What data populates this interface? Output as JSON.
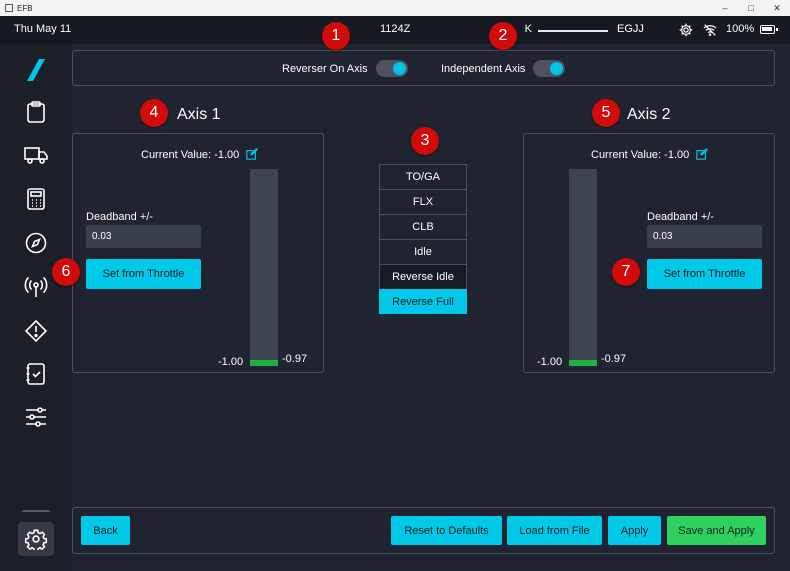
{
  "window": {
    "title": "EFB",
    "controls": [
      "minimize-icon",
      "maximize-icon",
      "close-icon"
    ]
  },
  "status_bar": {
    "date": "Thu May 11",
    "time": "1124Z",
    "from_partial": "K",
    "to": "EGJJ",
    "battery": "100%"
  },
  "toggles": {
    "reverser_label": "Reverser On Axis",
    "independent_label": "Independent Axis"
  },
  "axis1": {
    "title": "Axis 1",
    "current_value": "Current Value: -1.00",
    "deadband_label": "Deadband +/-",
    "deadband_value": "0.03",
    "set_button": "Set from Throttle",
    "min_label": "-1.00",
    "max_label": "-0.97",
    "fill_fraction": 0.03
  },
  "axis2": {
    "title": "Axis 2",
    "current_value": "Current Value: -1.00",
    "deadband_label": "Deadband +/-",
    "deadband_value": "0.03",
    "set_button": "Set from Throttle",
    "min_label": "-1.00",
    "max_label": "-0.97",
    "fill_fraction": 0.03
  },
  "detents": [
    "TO/GA",
    "FLX",
    "CLB",
    "Idle",
    "Reverse Idle",
    "Reverse Full"
  ],
  "selected_detent": "Reverse Full",
  "buttons": {
    "back": "Back",
    "reset": "Reset to Defaults",
    "load": "Load from File",
    "apply": "Apply",
    "save_apply": "Save and Apply"
  },
  "markers": [
    "1",
    "2",
    "3",
    "4",
    "5",
    "6",
    "7"
  ],
  "colors": {
    "accent": "#00c8e8",
    "save": "#2fd15e",
    "bar_fill": "#1fb043",
    "marker": "#d10a0a",
    "background": "#1f2430"
  }
}
